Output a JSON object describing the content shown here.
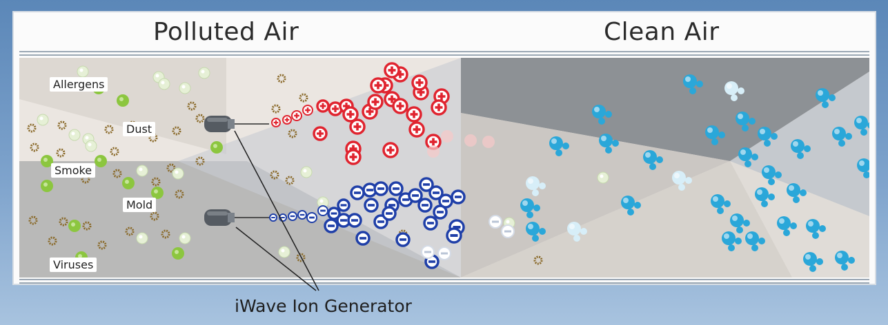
{
  "headings": {
    "left": "Polluted Air",
    "right": "Clean Air"
  },
  "pollutant_labels": [
    "Allergens",
    "Dust",
    "Smoke",
    "Mold",
    "Viruses"
  ],
  "caption": "iWave Ion Generator",
  "colors": {
    "positive_ion": "#e0242f",
    "negative_ion": "#1f3fa8",
    "clean_molecule": "#2aa7d9",
    "allergen": "#8cc63f",
    "dust": "#8a6a2a",
    "frame": "#9aa7b4",
    "background": "#6d93c0"
  },
  "icons": {
    "positive_ion": "plus-circle-icon",
    "negative_ion": "minus-circle-icon",
    "clean_molecule": "water-molecule-icon",
    "pollutant": "particle-icon",
    "generator": "ion-emitter-icon"
  }
}
